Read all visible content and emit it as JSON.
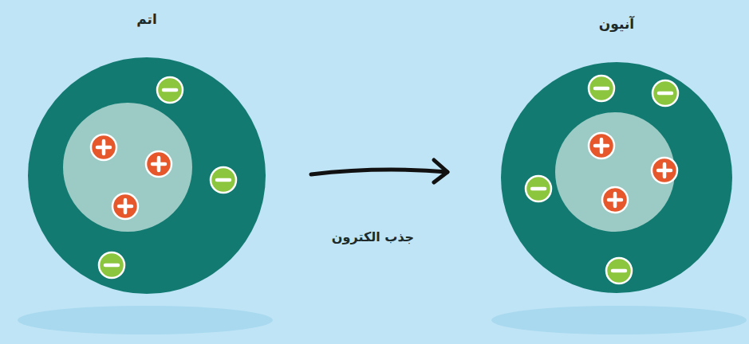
{
  "diagram": {
    "nodes": [
      {
        "text": [
          "اتم"
        ]
      },
      {
        "text": [
          "آنیون"
        ]
      }
    ],
    "edges": [
      {
        "from": 0,
        "to": 1,
        "arrow": "to",
        "label": "جذب الکترون"
      }
    ]
  }
}
